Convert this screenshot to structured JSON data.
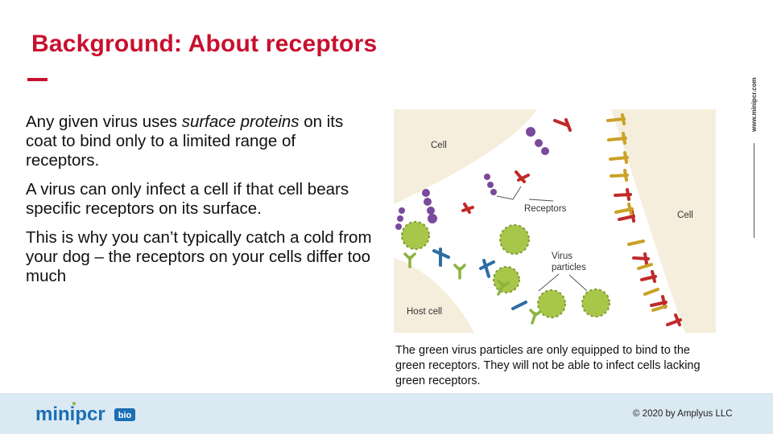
{
  "title": "Background: About receptors",
  "paragraphs": {
    "p1_before": "Any given virus uses ",
    "p1_em": "surface proteins",
    "p1_after": " on its coat to bind only to a limited range of receptors.",
    "p2": "A virus can only infect a cell if that cell bears specific receptors on its surface.",
    "p3": "This is why you can’t typically catch a cold from your dog – the receptors on your cells differ too much"
  },
  "figure": {
    "label_cell_left": "Cell",
    "label_receptors": "Receptors",
    "label_cell_right": "Cell",
    "label_virus_line1": "Virus",
    "label_virus_line2": "particles",
    "label_host_cell": "Host cell"
  },
  "caption": "The green virus particles are only equipped to bind to the green receptors. They will not be able to infect cells lacking green receptors.",
  "side_brand": "www.minipcr.com",
  "footer": {
    "logo_text": "minipcr",
    "logo_badge": "bio",
    "copyright": "© 2020 by Amplyus LLC"
  },
  "colors": {
    "title": "#c8102e",
    "cell": "#f6eedc",
    "virus": "#a8c64a",
    "receptor_red": "#c02a2a",
    "receptor_gold": "#c9a227",
    "receptor_purple": "#7a4a9c",
    "receptor_blue": "#2e6da4",
    "receptor_green": "#8ab43e",
    "footer_bg": "#dbe9f3",
    "logo_blue": "#1b6fb5"
  }
}
